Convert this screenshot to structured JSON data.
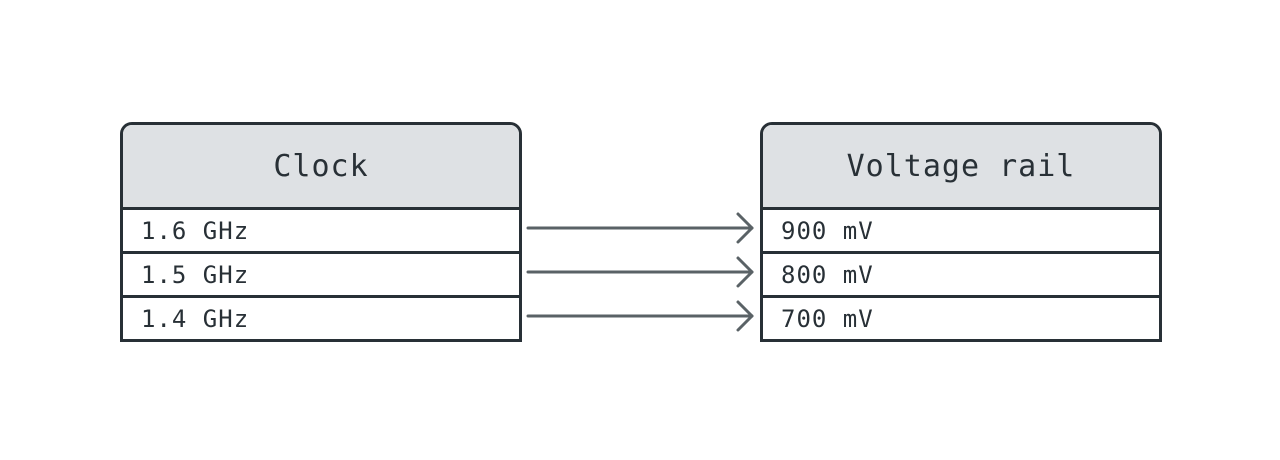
{
  "left_table": {
    "title": "Clock",
    "rows": [
      "1.6 GHz",
      "1.5 GHz",
      "1.4 GHz"
    ]
  },
  "right_table": {
    "title": "Voltage rail",
    "rows": [
      "900 mV",
      "800 mV",
      "700 mV"
    ]
  },
  "mappings": [
    {
      "from": "1.6 GHz",
      "to": "900 mV"
    },
    {
      "from": "1.5 GHz",
      "to": "800 mV"
    },
    {
      "from": "1.4 GHz",
      "to": "700 mV"
    }
  ],
  "colors": {
    "stroke": "#283036",
    "header_fill": "#dee1e4",
    "arrow": "#5a6266"
  }
}
